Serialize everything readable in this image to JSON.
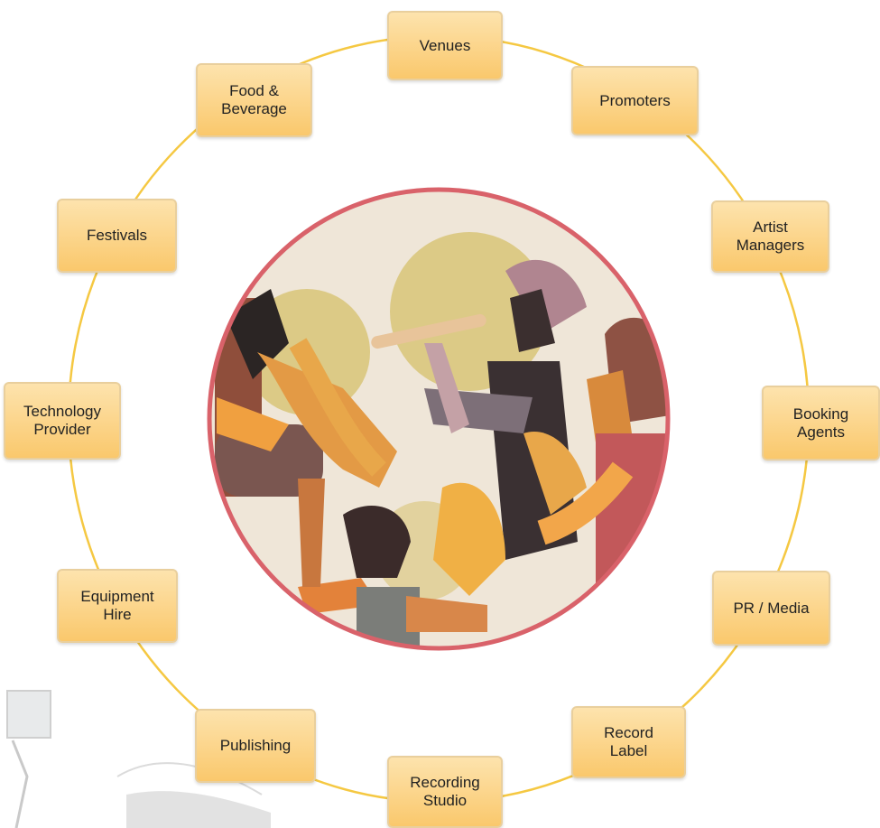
{
  "diagram": {
    "nodes": [
      {
        "id": "venues",
        "label": "Venues"
      },
      {
        "id": "promoters",
        "label": "Promoters"
      },
      {
        "id": "artist-managers",
        "label": "Artist\nManagers"
      },
      {
        "id": "booking-agents",
        "label": "Booking\nAgents"
      },
      {
        "id": "pr-media",
        "label": "PR / Media"
      },
      {
        "id": "record-label",
        "label": "Record\nLabel"
      },
      {
        "id": "recording-studio",
        "label": "Recording\nStudio"
      },
      {
        "id": "publishing",
        "label": "Publishing"
      },
      {
        "id": "equipment-hire",
        "label": "Equipment\nHire"
      },
      {
        "id": "technology-provider",
        "label": "Technology\nProvider"
      },
      {
        "id": "festivals",
        "label": "Festivals"
      },
      {
        "id": "food-beverage",
        "label": "Food &\nBeverage"
      }
    ],
    "colors": {
      "ring": "#f5c842",
      "node_fill_top": "#fde3ad",
      "node_fill_bottom": "#fac86c",
      "node_border": "#e9cf9d",
      "circle_border": "#d9626a",
      "illustration_bg": "#efe6d8"
    },
    "center_image": "musicians illustration"
  }
}
